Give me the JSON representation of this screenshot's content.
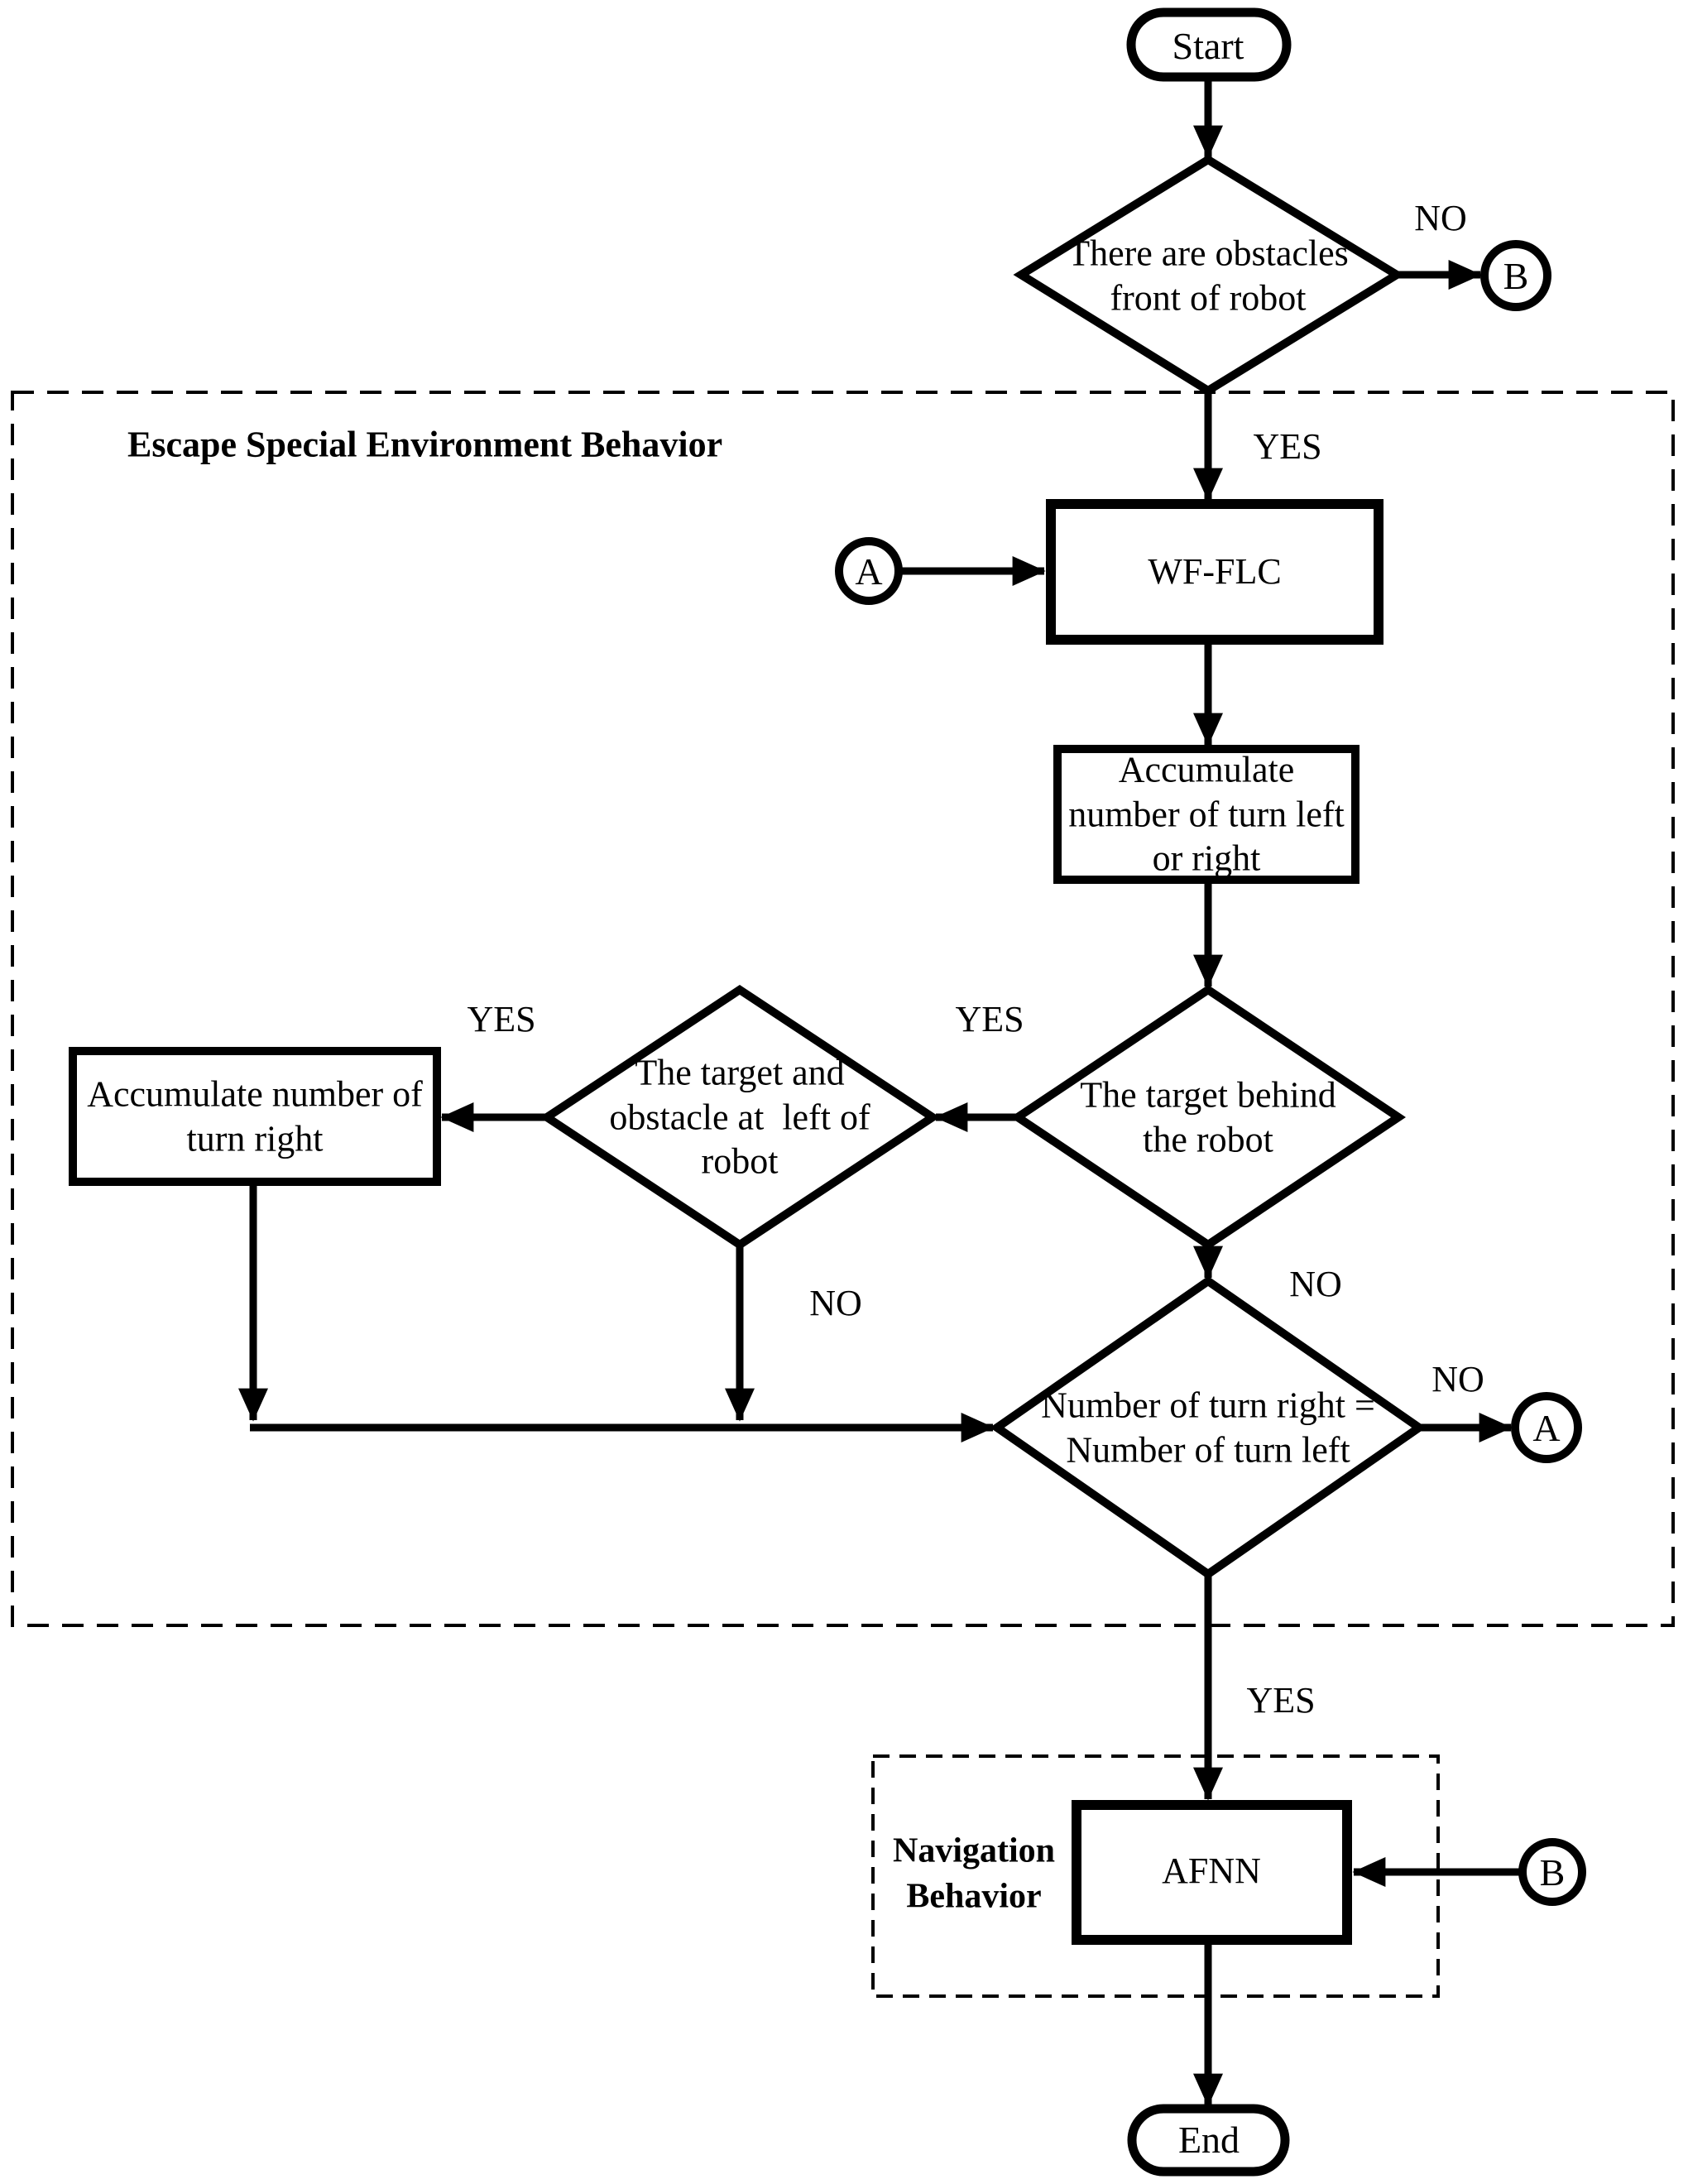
{
  "figure": {
    "background": "#ffffff",
    "ink": "#000000"
  },
  "regions": {
    "escape": {
      "label": "Escape Special Environment Behavior"
    },
    "navigation": {
      "label": "Navigation\nBehavior"
    }
  },
  "nodes": {
    "start": {
      "label": "Start",
      "shape": "terminator"
    },
    "obstacles_decision": {
      "label": "There are obstacles\nfront of robot",
      "shape": "decision"
    },
    "wf_flc": {
      "label": "WF-FLC",
      "shape": "process"
    },
    "accumulate_left_right": {
      "label": "Accumulate\nnumber of turn left\nor right",
      "shape": "process"
    },
    "target_behind_decision": {
      "label": "The target behind\nthe robot",
      "shape": "decision"
    },
    "target_left_decision": {
      "label": "The target and\nobstacle at  left of\nrobot",
      "shape": "decision"
    },
    "accumulate_right": {
      "label": "Accumulate number of\nturn right",
      "shape": "process"
    },
    "turns_equal_decision": {
      "label": "Number of turn right =\nNumber of turn left",
      "shape": "decision"
    },
    "afnn": {
      "label": "AFNN",
      "shape": "process"
    },
    "end": {
      "label": "End",
      "shape": "terminator"
    }
  },
  "connectors": {
    "b_top": {
      "label": "B"
    },
    "a_into_wfflc": {
      "label": "A"
    },
    "a_from_turns_equal": {
      "label": "A"
    },
    "b_into_afnn": {
      "label": "B"
    }
  },
  "edge_labels": {
    "no_obstacles": "NO",
    "yes_obstacles": "YES",
    "yes_target_behind": "YES",
    "no_target_behind": "NO",
    "yes_target_left": "YES",
    "no_target_left": "NO",
    "no_turns_equal": "NO",
    "yes_turns_equal": "YES"
  }
}
